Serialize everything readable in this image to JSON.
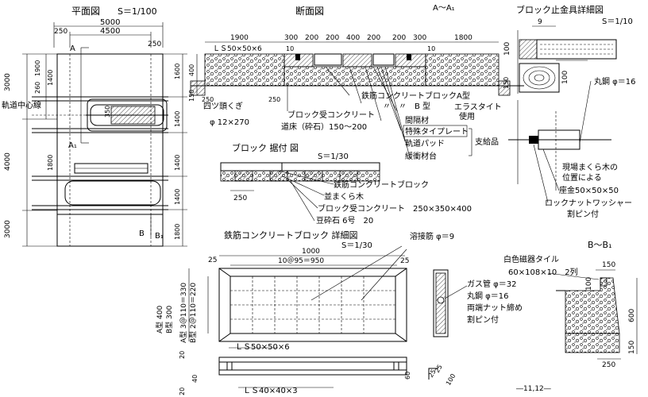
{
  "plan": {
    "title": "平面図",
    "scale": "S＝1/100",
    "dims": [
      "5000",
      "4500",
      "250",
      "250",
      "250",
      "1900",
      "260",
      "1400",
      "3000",
      "4000",
      "3000",
      "1600",
      "1400",
      "1400",
      "1800",
      "1400",
      "1800",
      "1800",
      "350",
      "1400",
      "250"
    ],
    "label_a": "A",
    "label_a1": "A₁",
    "label_b": "B",
    "label_b1": "B₁",
    "center_line": "軌道中心線"
  },
  "section": {
    "title": "断面図",
    "subtitle": "A～A₁",
    "top_dims": [
      "1900",
      "300",
      "200",
      "200",
      "400",
      "200",
      "200",
      "300",
      "1800",
      "10",
      "10"
    ],
    "angle_top": "ＬＳ50×50×6",
    "left_dims": [
      "400",
      "150",
      "250",
      "250"
    ],
    "right_dim": "150",
    "bolt": "四ツ頭くぎ",
    "bolt_size": "φ 12×270",
    "block_a": "鉄筋コンクリートブロックA型",
    "block_b": "〃　〃　B 型",
    "receiving": "ブロック受コンクリート",
    "ballast": "道床（砕石）150～200",
    "spacer": "間隔材",
    "elastite": "エラスタイト",
    "elastite_use": "使用",
    "special_plate": "特殊タイプレート",
    "rail_pad": "軌道パッド",
    "buffer": "緩衝材台",
    "supply": "支給品"
  },
  "stopper": {
    "title": "ブロック止金具詳細図",
    "scale": "S＝1/10",
    "dims": [
      "9",
      "100",
      "100"
    ],
    "round_bar": "丸鋼 φ＝16",
    "note1": "現場まくら木の",
    "note2": "位置による",
    "washer": "座金50×50×50",
    "lock_nut": "ロックナットワッシャー",
    "pin": "割ピン付"
  },
  "setting": {
    "title": "ブロック 据付 図",
    "scale": "S＝1/30",
    "dim": "250",
    "l1": "鉄筋コンクリートブロック",
    "l2": "並まくら木",
    "l3": "ブロック受コンクリート　250×350×400",
    "l4": "豆砕石 6号　20"
  },
  "rc_detail": {
    "title": "鉄筋コンクリートブロック 詳細図",
    "scale": "S＝1/30",
    "weld": "溶接筋 φ＝9",
    "dims_top": [
      "1000",
      "25",
      "10＠95＝950",
      "25"
    ],
    "left_a": "A型 400",
    "left_b": "B型 300",
    "left_a2": "A型 3＠110＝330",
    "left_b2": "B型 2＠110＝220",
    "angle1": "ＬＳ50×50×6",
    "angle2": "ＬＳ40×40×3",
    "small_dims": [
      "20",
      "20",
      "40",
      "60",
      "25",
      "25",
      "100"
    ],
    "gas_pipe": "ガス管 φ＝32",
    "round_bar": "丸鋼 φ＝16",
    "nut": "両端ナット締め",
    "pin": "割ピン付"
  },
  "bb": {
    "title": "B～B₁",
    "tile1": "白色磁器タイル",
    "tile2": "60×108×10　2列",
    "dims": [
      "150",
      "100",
      "600",
      "150",
      "250"
    ]
  },
  "page_no": "―11,12―"
}
